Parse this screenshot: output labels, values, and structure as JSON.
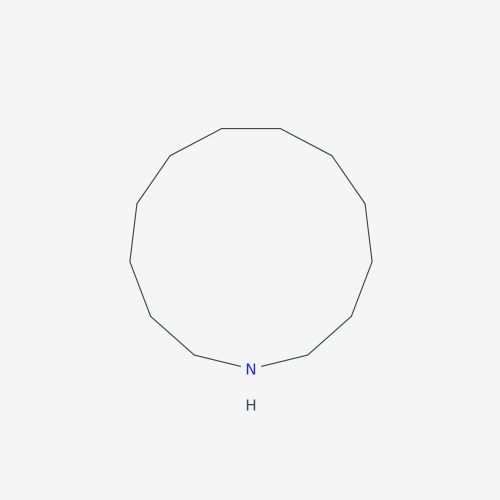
{
  "molecule": {
    "atoms": [
      {
        "id": 0,
        "element": "N",
        "label": "N"
      },
      {
        "id": 1,
        "element": "C"
      },
      {
        "id": 2,
        "element": "C"
      },
      {
        "id": 3,
        "element": "C"
      },
      {
        "id": 4,
        "element": "C"
      },
      {
        "id": 5,
        "element": "C"
      },
      {
        "id": 6,
        "element": "C"
      },
      {
        "id": 7,
        "element": "C"
      },
      {
        "id": 8,
        "element": "C"
      },
      {
        "id": 9,
        "element": "C"
      },
      {
        "id": 10,
        "element": "C"
      },
      {
        "id": 11,
        "element": "C"
      },
      {
        "id": 12,
        "element": "C"
      }
    ],
    "bonds": [
      [
        0,
        1
      ],
      [
        1,
        2
      ],
      [
        2,
        3
      ],
      [
        3,
        4
      ],
      [
        4,
        5
      ],
      [
        5,
        6
      ],
      [
        6,
        7
      ],
      [
        7,
        8
      ],
      [
        8,
        9
      ],
      [
        9,
        10
      ],
      [
        10,
        11
      ],
      [
        11,
        12
      ],
      [
        12,
        0
      ]
    ],
    "hydrogen_label": "H",
    "colors": {
      "nitrogen": "#2222ee",
      "bond": "#3b4a4a",
      "background": "#f5f5f5"
    }
  }
}
